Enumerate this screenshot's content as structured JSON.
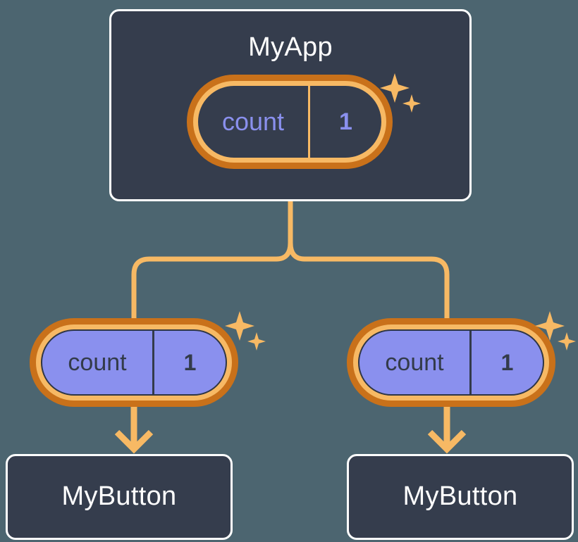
{
  "diagram": {
    "title_visible": false,
    "background_color": "#4c6570",
    "accent_color": "#f7b964",
    "accent_dark_color": "#c9711a",
    "state_color": "#8a90ee",
    "box_color": "#353d4d",
    "box_border_color": "#ffffff"
  },
  "root": {
    "label": "MyApp",
    "state": {
      "name": "count",
      "value": "1",
      "sparkle": "sparkle-icon"
    }
  },
  "children": [
    {
      "state": {
        "name": "count",
        "value": "1",
        "sparkle": "sparkle-icon"
      },
      "arrow": "arrow-down-icon",
      "label": "MyButton"
    },
    {
      "state": {
        "name": "count",
        "value": "1",
        "sparkle": "sparkle-icon"
      },
      "arrow": "arrow-down-icon",
      "label": "MyButton"
    }
  ]
}
